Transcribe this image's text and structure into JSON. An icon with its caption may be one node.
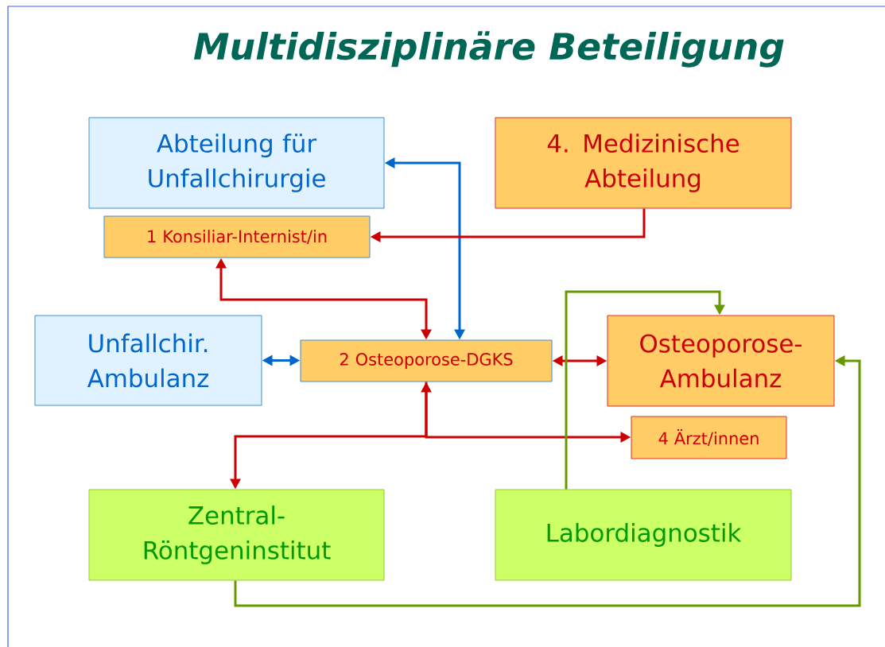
{
  "diagram": {
    "title": "Multidisziplinäre Beteiligung",
    "nodes": [
      {
        "text": [
          "Abteilung für Unfallchirurgie"
        ]
      },
      {
        "text": [
          "4. Medizinische Abteilung"
        ]
      },
      {
        "text": [
          "1 Konsiliar-Internist/in"
        ]
      },
      {
        "text": [
          "Unfallchir. Ambulanz"
        ]
      },
      {
        "text": [
          "2 Osteoporose-DGKS"
        ]
      },
      {
        "text": [
          "Osteoporose- Ambulanz"
        ]
      },
      {
        "text": [
          "4 Ärzt/innen"
        ]
      },
      {
        "text": [
          "Zentral- Röntgeninstitut"
        ]
      },
      {
        "text": [
          "Labordiagnostik"
        ]
      }
    ],
    "edges": [
      {
        "from": 4,
        "to": 0,
        "arrow": "both",
        "color": "#0066cc"
      },
      {
        "from": 1,
        "to": 2,
        "arrow": "to"
      },
      {
        "from": 2,
        "to": 4,
        "arrow": "both"
      },
      {
        "from": 3,
        "to": 4,
        "arrow": "both",
        "color": "#0066cc"
      },
      {
        "from": 4,
        "to": 5,
        "arrow": "both"
      },
      {
        "from": 4,
        "to": 6,
        "arrow": "both"
      },
      {
        "from": 4,
        "to": 7,
        "arrow": "to"
      },
      {
        "from": 8,
        "to": 5,
        "arrow": "to",
        "color": "#669900"
      },
      {
        "from": 7,
        "to": 5,
        "arrow": "to",
        "color": "#669900"
      }
    ]
  }
}
